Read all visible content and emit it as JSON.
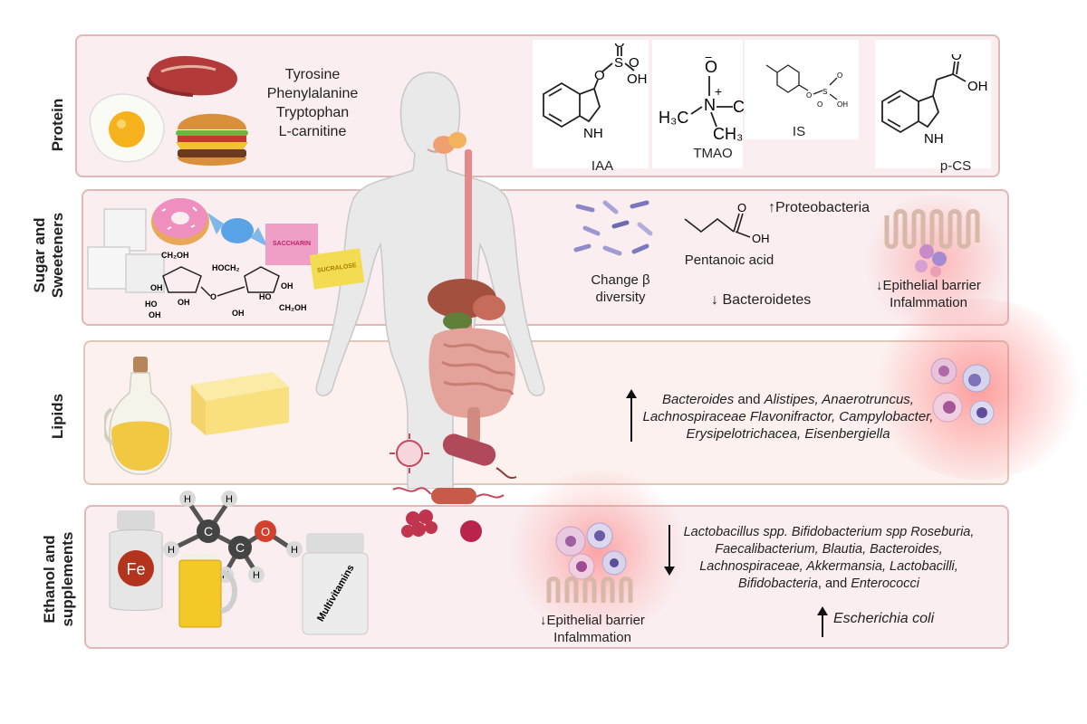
{
  "sections": {
    "protein": "Protein",
    "sugar_line1": "Sugar and",
    "sugar_line2": "Sweeteners",
    "lipids": "Lipids",
    "ethanol_line1": "Ethanol and",
    "ethanol_line2": "supplements"
  },
  "protein": {
    "amino_acids": [
      "Tyrosine",
      "Phenylalanine",
      "Tryptophan",
      "L-carnitine"
    ],
    "metabolites": [
      "IAA",
      "TMAO",
      "IS",
      "p-CS"
    ]
  },
  "sugar": {
    "saccharin_label": "SACCHARIN",
    "sucralose_label": "SUCRALOSE",
    "beta_line1": "Change β",
    "beta_line2": "diversity",
    "pentanoic": "Pentanoic acid",
    "proteobacteria": "↑Proteobacteria",
    "bacteroidetes": "↓ Bacteroidetes",
    "barrier_line1": "↓Epithelial barrier",
    "barrier_line2": "Infalmmation",
    "sucrose_groups": [
      "CH₂OH",
      "HOCH₂",
      "OH",
      "HO",
      "OH",
      "O",
      "OH",
      "OH",
      "HO",
      "OH",
      "CH₂OH"
    ]
  },
  "lipids": {
    "taxa_line1_a": "Bacteroides",
    "taxa_line1_b": " and ",
    "taxa_line1_c": "Alistipes, Anaerotruncus,",
    "taxa_line2": "Lachnospiraceae Flavonifractor, Campylobacter,",
    "taxa_line3": "Erysipelotrichacea, Eisenbergiella"
  },
  "ethanol": {
    "fe_label": "Fe",
    "multivitamins_label": "Multivitamins",
    "atoms": {
      "h": "H",
      "c": "C",
      "o": "O"
    },
    "down_taxa_line1": "Lactobacillus spp. Bifidobacterium spp Roseburia,",
    "down_taxa_line2": "Faecalibacterium, Blautia, Bacteroides,",
    "down_taxa_line3": "Lachnospiraceae, Akkermansia, Lactobacilli,",
    "down_taxa_line4_a": "Bifidobacteria",
    "down_taxa_line4_b": ", and ",
    "down_taxa_line4_c": "Enterococci",
    "barrier_line1": "↓Epithelial barrier",
    "barrier_line2": "Infalmmation",
    "ecoli": "Escherichia coli"
  },
  "chem": {
    "iaa_atoms": [
      "O",
      "S",
      "O",
      "O",
      "OH",
      "NH"
    ],
    "tmao_atoms": [
      "O",
      "−",
      "N",
      "+",
      "H₃C",
      "C",
      "CH₃"
    ],
    "is_atoms": [
      "O",
      "S",
      "O",
      "O",
      "OH"
    ],
    "pcs_atoms": [
      "O",
      "OH",
      "NH"
    ],
    "pentanoic_atoms": [
      "O",
      "OH"
    ]
  }
}
